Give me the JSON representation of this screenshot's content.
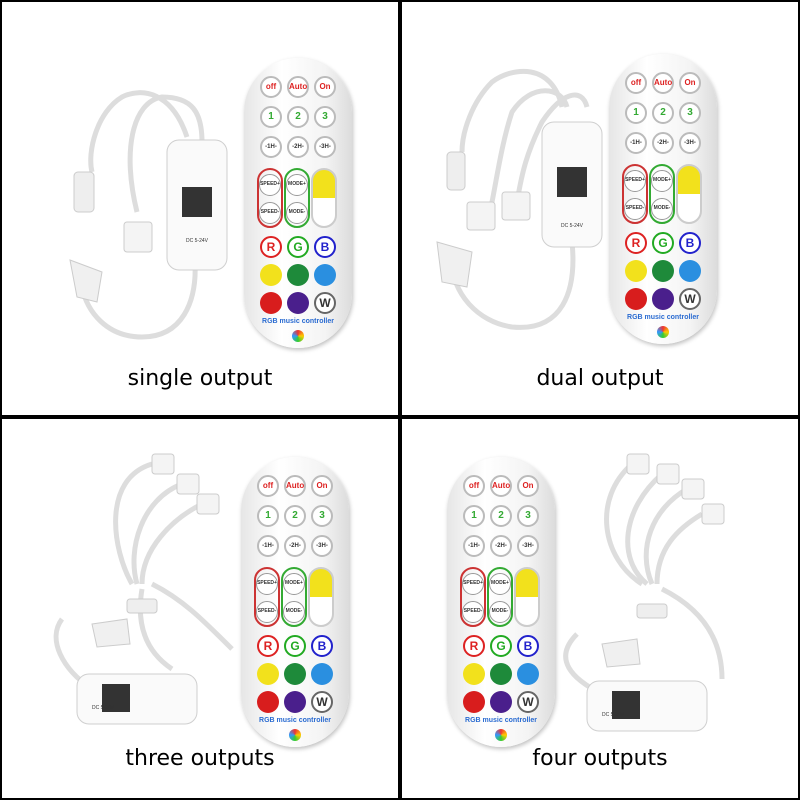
{
  "panels": [
    {
      "caption": "single output"
    },
    {
      "caption": "dual output"
    },
    {
      "caption": "three outputs"
    },
    {
      "caption": "four outputs"
    }
  ],
  "remote": {
    "row1": [
      "off",
      "Auto",
      "On"
    ],
    "row3": [
      "-1H-",
      "-2H-",
      "-3H-"
    ],
    "speed_plus": "SPEED+",
    "speed_minus": "SPEED-",
    "mode_plus": "MODE+",
    "mode_minus": "MODE-",
    "rgb": [
      "R",
      "G",
      "B"
    ],
    "w": "W",
    "brand": "RGB music controller",
    "color_buttons": [
      "#f2e11c",
      "#1e8a3a",
      "#2a8fe0",
      "#d81d1d",
      "#4a1f8c"
    ]
  },
  "controller": {
    "label": "DC 5-24V"
  }
}
